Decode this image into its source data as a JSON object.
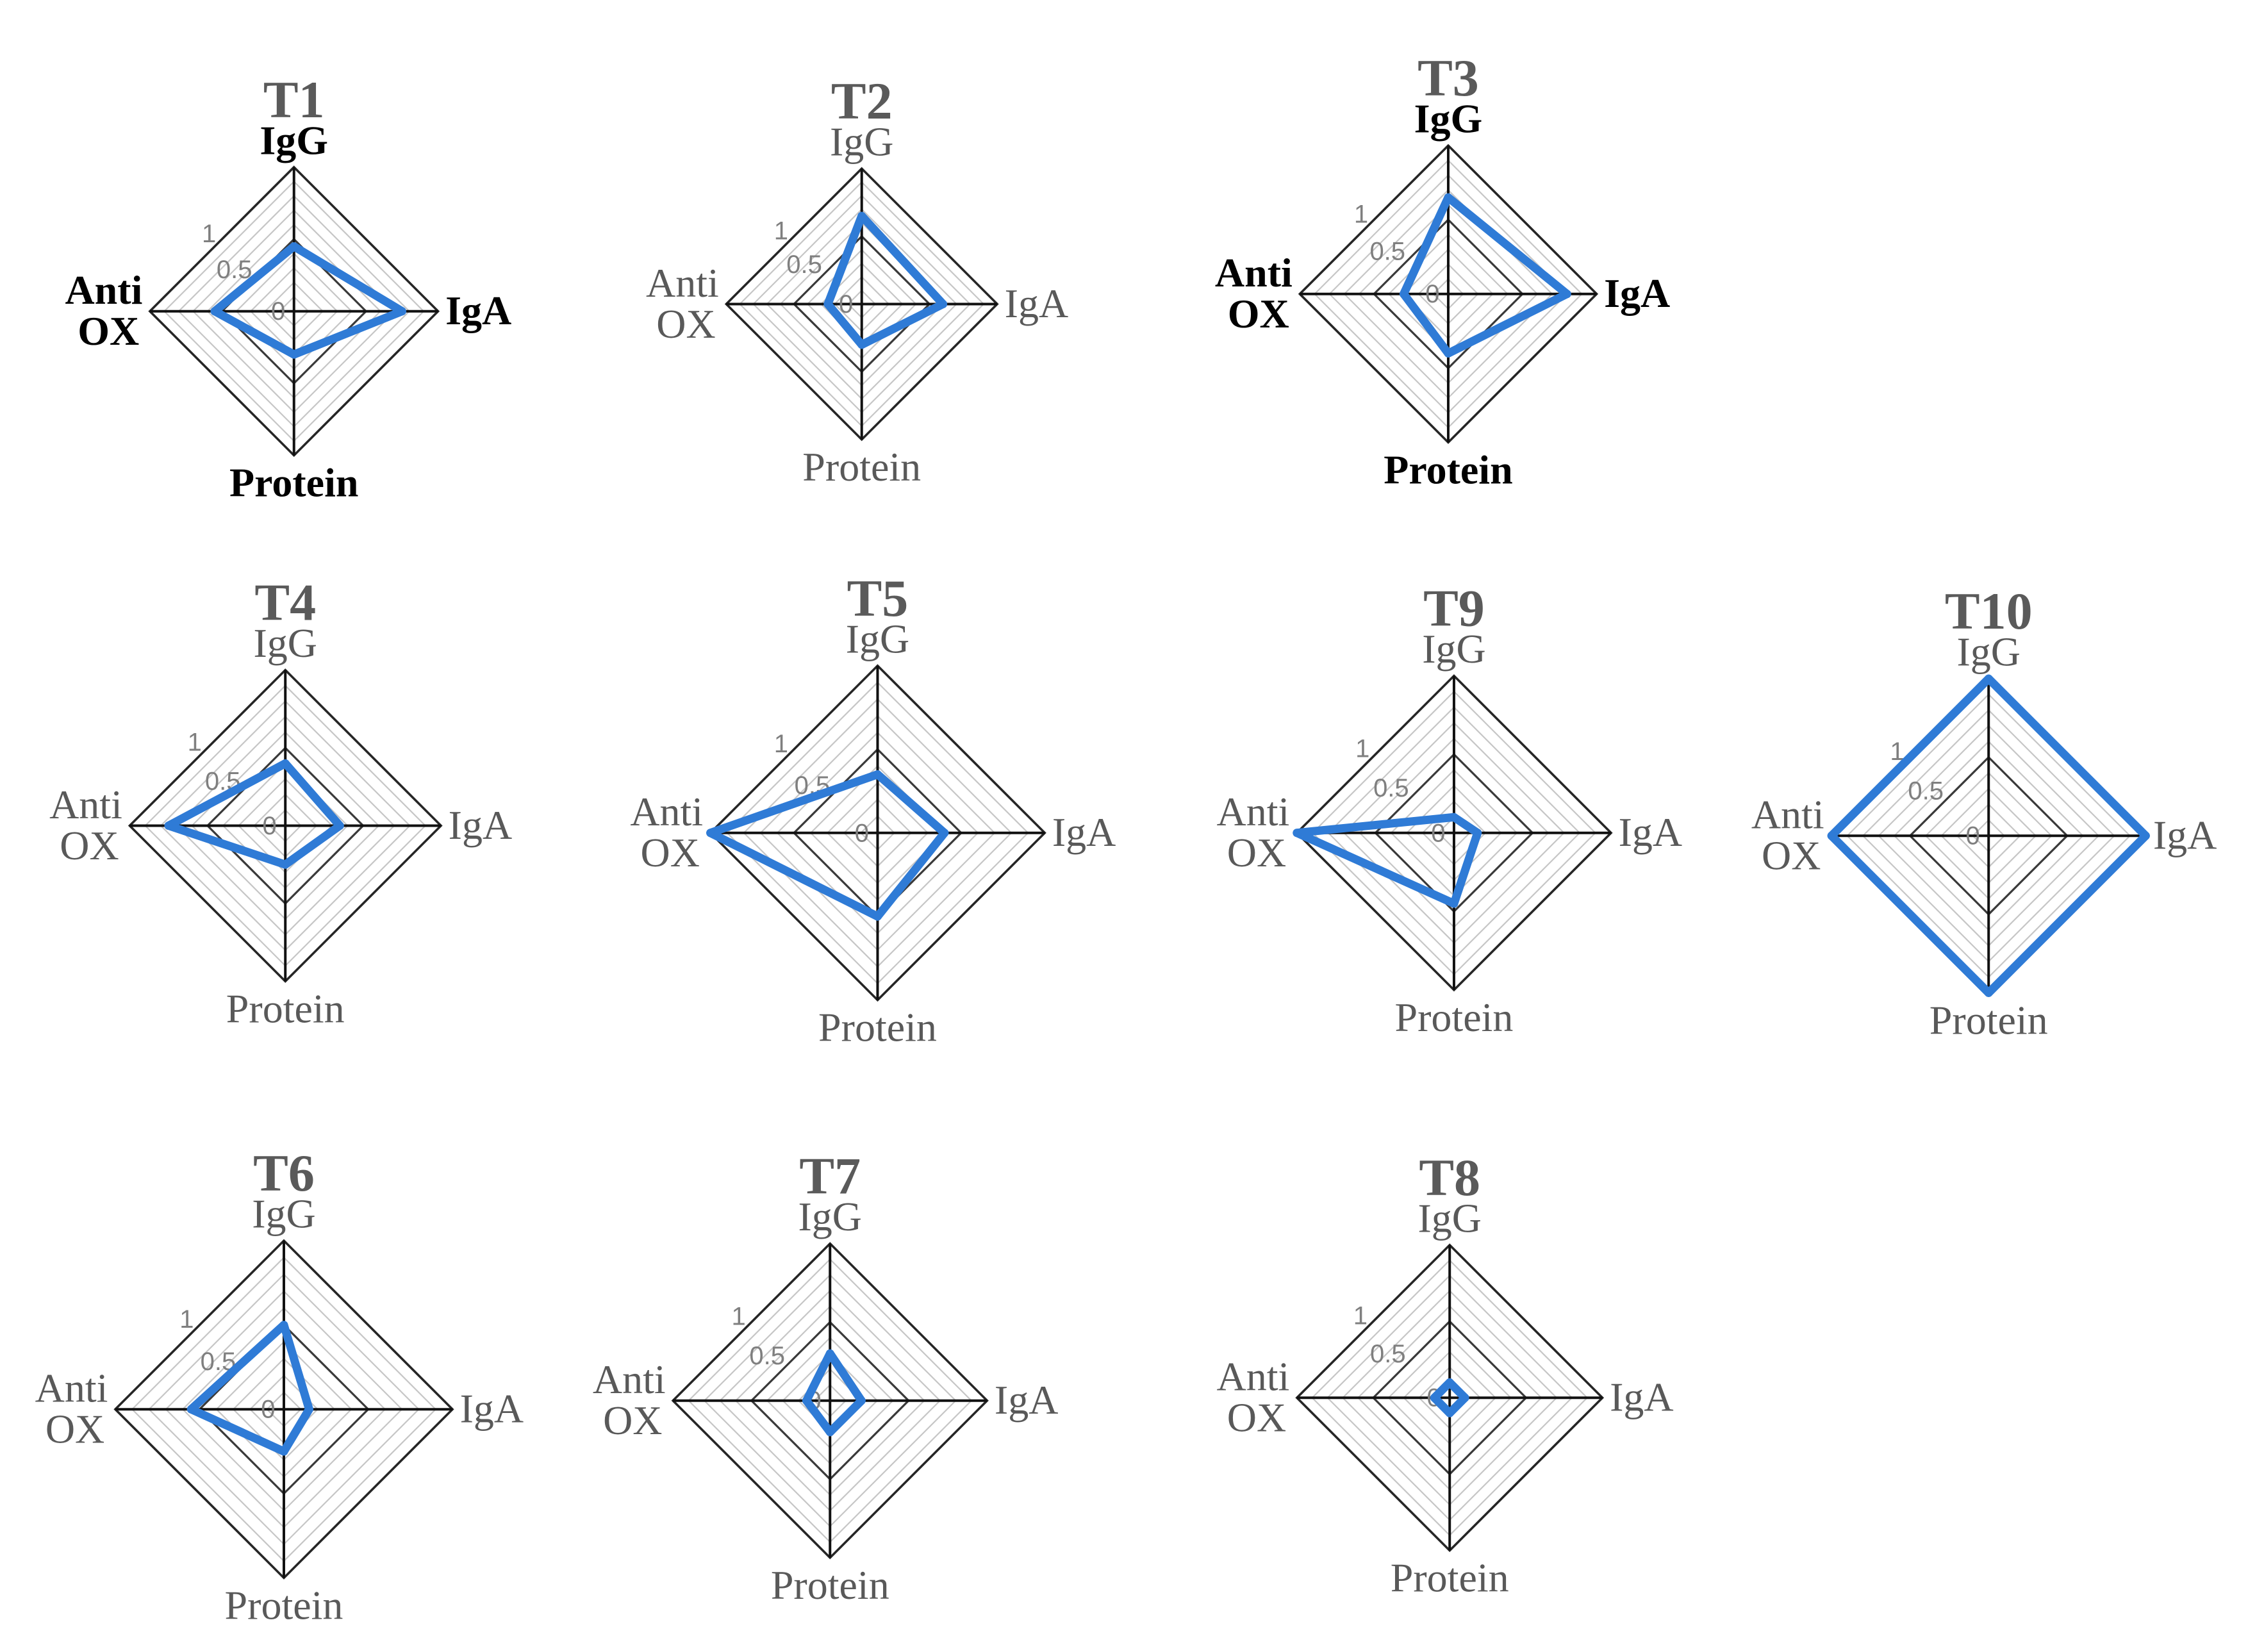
{
  "chart_data": [
    {
      "type": "radar",
      "title": "T1",
      "axes": [
        "IgG",
        "IgA",
        "Protein",
        "Anti OX"
      ],
      "ticks": [
        "1",
        "0.5",
        "0"
      ],
      "range": [
        0,
        1
      ],
      "values": [
        0.45,
        0.75,
        0.3,
        0.55
      ],
      "labels_bold": true,
      "series_color": "#2f7bd6"
    },
    {
      "type": "radar",
      "title": "T2",
      "axes": [
        "IgG",
        "IgA",
        "Protein",
        "Anti OX"
      ],
      "ticks": [
        "1",
        "0.5",
        "0"
      ],
      "range": [
        0,
        1
      ],
      "values": [
        0.65,
        0.6,
        0.3,
        0.25
      ],
      "labels_bold": false,
      "series_color": "#2f7bd6"
    },
    {
      "type": "radar",
      "title": "T3",
      "axes": [
        "IgG",
        "IgA",
        "Protein",
        "Anti OX"
      ],
      "ticks": [
        "1",
        "0.5",
        "0"
      ],
      "range": [
        0,
        1
      ],
      "values": [
        0.65,
        0.8,
        0.4,
        0.3
      ],
      "labels_bold": true,
      "series_color": "#2f7bd6"
    },
    {
      "type": "radar",
      "title": "T4",
      "axes": [
        "IgG",
        "IgA",
        "Protein",
        "Anti OX"
      ],
      "ticks": [
        "1",
        "0.5",
        "0"
      ],
      "range": [
        0,
        1
      ],
      "values": [
        0.4,
        0.35,
        0.25,
        0.75
      ],
      "labels_bold": false,
      "series_color": "#2f7bd6"
    },
    {
      "type": "radar",
      "title": "T5",
      "axes": [
        "IgG",
        "IgA",
        "Protein",
        "Anti OX"
      ],
      "ticks": [
        "1",
        "0.5",
        "0"
      ],
      "range": [
        0,
        1
      ],
      "values": [
        0.35,
        0.4,
        0.5,
        1.0
      ],
      "labels_bold": false,
      "series_color": "#2f7bd6"
    },
    {
      "type": "radar",
      "title": "T9",
      "axes": [
        "IgG",
        "IgA",
        "Protein",
        "Anti OX"
      ],
      "ticks": [
        "1",
        "0.5",
        "0"
      ],
      "range": [
        0,
        1
      ],
      "values": [
        0.1,
        0.15,
        0.45,
        1.0
      ],
      "labels_bold": false,
      "series_color": "#2f7bd6"
    },
    {
      "type": "radar",
      "title": "T10",
      "axes": [
        "IgG",
        "IgA",
        "Protein",
        "Anti OX"
      ],
      "ticks": [
        "1",
        "0.5",
        "0"
      ],
      "range": [
        0,
        1
      ],
      "values": [
        1.0,
        1.0,
        1.0,
        1.0
      ],
      "labels_bold": false,
      "series_color": "#2f7bd6"
    },
    {
      "type": "radar",
      "title": "T6",
      "axes": [
        "IgG",
        "IgA",
        "Protein",
        "Anti OX"
      ],
      "ticks": [
        "1",
        "0.5",
        "0"
      ],
      "range": [
        0,
        1
      ],
      "values": [
        0.5,
        0.15,
        0.25,
        0.55
      ],
      "labels_bold": false,
      "series_color": "#2f7bd6"
    },
    {
      "type": "radar",
      "title": "T7",
      "axes": [
        "IgG",
        "IgA",
        "Protein",
        "Anti OX"
      ],
      "ticks": [
        "1",
        "0.5",
        "0"
      ],
      "range": [
        0,
        1
      ],
      "values": [
        0.3,
        0.2,
        0.2,
        0.15
      ],
      "labels_bold": false,
      "series_color": "#2f7bd6"
    },
    {
      "type": "radar",
      "title": "T8",
      "axes": [
        "IgG",
        "IgA",
        "Protein",
        "Anti OX"
      ],
      "ticks": [
        "1",
        "0.5",
        "0"
      ],
      "range": [
        0,
        1
      ],
      "values": [
        0.1,
        0.1,
        0.1,
        0.1
      ],
      "labels_bold": false,
      "series_color": "#2f7bd6"
    }
  ]
}
